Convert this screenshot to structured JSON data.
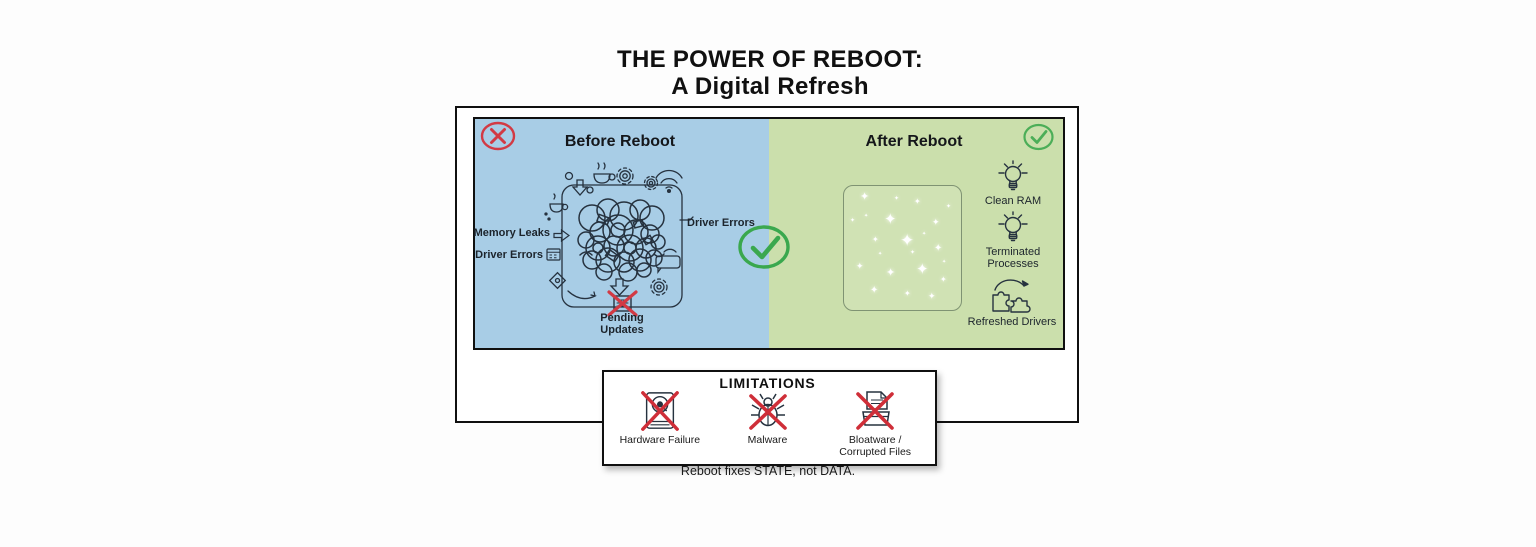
{
  "title": {
    "line1": "THE POWER OF REBOOT:",
    "line2": "A Digital Refresh"
  },
  "before": {
    "heading": "Before Reboot",
    "memory_leaks": "Memory Leaks",
    "driver_errors_left": "Driver Errors",
    "driver_errors_right": "Driver Errors",
    "pending_line1": "Pending",
    "pending_line2": "Updates"
  },
  "after": {
    "heading": "After Reboot",
    "clean_ram": "Clean RAM",
    "terminated_line1": "Terminated",
    "terminated_line2": "Processes",
    "refreshed_drivers": "Refreshed Drivers"
  },
  "limitations": {
    "heading": "LIMITATIONS",
    "items": [
      {
        "icon": "hard-drive-crossed-icon",
        "label": "Hardware Failure"
      },
      {
        "icon": "bug-crossed-icon",
        "label": "Malware"
      },
      {
        "icon": "document-crossed-icon",
        "label_line1": "Bloatware /",
        "label_line2": "Corrupted Files"
      }
    ]
  },
  "caption": "Reboot fixes STATE, not DATA.",
  "icons": {
    "before_status": "circle-x-icon",
    "after_status": "circle-check-icon",
    "divider": "circle-check-icon",
    "clean_ram": "lightbulb-icon",
    "terminated_processes": "lightbulb-icon",
    "refreshed_drivers": "puzzle-refresh-icon",
    "memory_leaks_pointer": "arrow-right-icon",
    "driver_errors_badge": "window-icon",
    "pending_updates": "crossed-box-icon",
    "clutter": [
      "wifi-icon",
      "gear-icon",
      "coffee-cup-icon",
      "scribble-tangle",
      "arrow-down-icon"
    ],
    "sparkle_glyph": "✦"
  },
  "colors": {
    "before_panel": "#a8cde6",
    "after_panel": "#cbdfac",
    "error_red": "#d23a44",
    "success_green": "#3aa84e",
    "ink": "#161616",
    "doodle_ink": "#26323f"
  }
}
